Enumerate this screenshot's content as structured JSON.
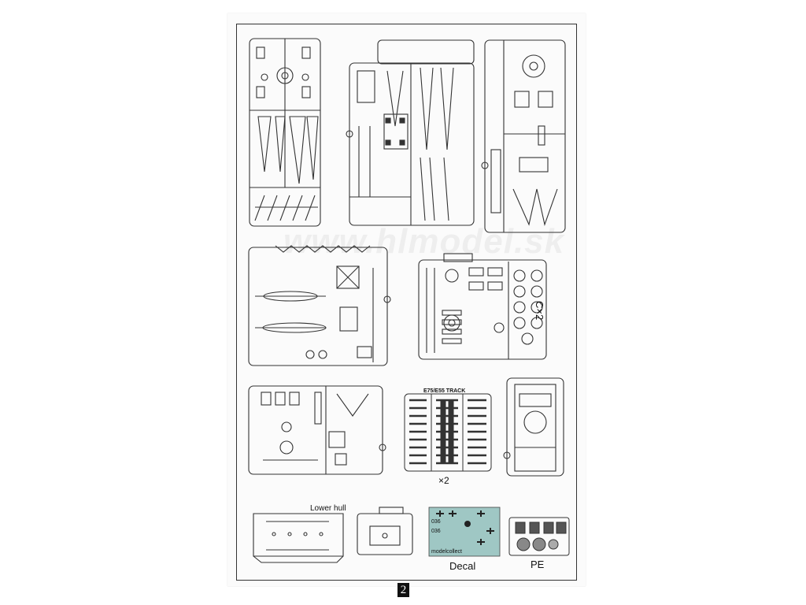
{
  "watermark": "www.hlmodel.sk",
  "labels": {
    "c_multiplier": "C×2",
    "track_title": "E75/E55 TRACK",
    "track_multiplier": "×2",
    "lower_hull": "Lower hull",
    "decal": "Decal",
    "pe": "PE",
    "page_number": "2"
  },
  "decal_sheet": {
    "codes": [
      "036",
      "036"
    ],
    "brand": "modelcollect"
  },
  "colors": {
    "ink": "#333333",
    "decal_bg": "#9fc7c4",
    "page_badge": "#111111"
  }
}
